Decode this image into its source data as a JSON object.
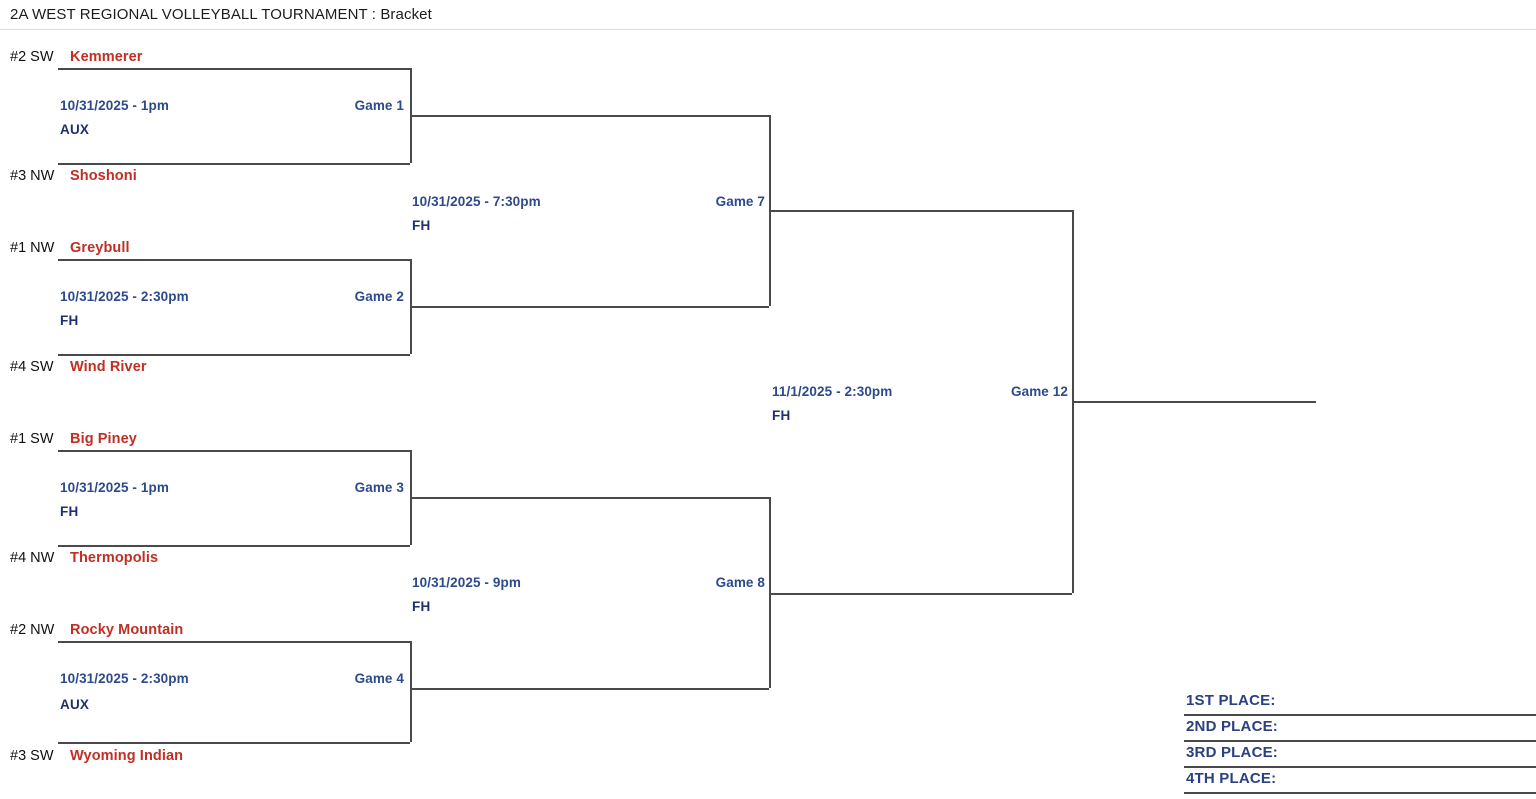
{
  "header": {
    "title": "2A WEST REGIONAL VOLLEYBALL TOURNAMENT : Bracket"
  },
  "colors": {
    "team_name": "#bf2f24",
    "game_text": "#2c4a8c",
    "venue_text": "#1f2f6e",
    "placement_text": "#2a4080",
    "bracket_line": "#4a4a4a",
    "seed_text": "#111111"
  },
  "teams": [
    {
      "seed": "#2 SW",
      "name": "Kemmerer"
    },
    {
      "seed": "#3 NW",
      "name": "Shoshoni"
    },
    {
      "seed": "#1 NW",
      "name": "Greybull"
    },
    {
      "seed": "#4 SW",
      "name": "Wind River"
    },
    {
      "seed": "#1 SW",
      "name": "Big Piney"
    },
    {
      "seed": "#4 NW",
      "name": "Thermopolis"
    },
    {
      "seed": "#2 NW",
      "name": "Rocky Mountain"
    },
    {
      "seed": "#3 SW",
      "name": "Wyoming Indian"
    }
  ],
  "games": [
    {
      "label": "Game 1",
      "datetime": "10/31/2025 - 1pm",
      "venue": "AUX"
    },
    {
      "label": "Game 2",
      "datetime": "10/31/2025 - 2:30pm",
      "venue": "FH"
    },
    {
      "label": "Game 3",
      "datetime": "10/31/2025 - 1pm",
      "venue": "FH"
    },
    {
      "label": "Game 4",
      "datetime": "10/31/2025 - 2:30pm",
      "venue": "AUX"
    },
    {
      "label": "Game 7",
      "datetime": "10/31/2025 - 7:30pm",
      "venue": "FH"
    },
    {
      "label": "Game 8",
      "datetime": "10/31/2025 - 9pm",
      "venue": "FH"
    },
    {
      "label": "Game 12",
      "datetime": "11/1/2025 - 2:30pm",
      "venue": "FH"
    }
  ],
  "placements": [
    {
      "label": "1ST PLACE:",
      "value": ""
    },
    {
      "label": "2ND PLACE:",
      "value": ""
    },
    {
      "label": "3RD PLACE:",
      "value": ""
    },
    {
      "label": "4TH PLACE:",
      "value": ""
    }
  ]
}
